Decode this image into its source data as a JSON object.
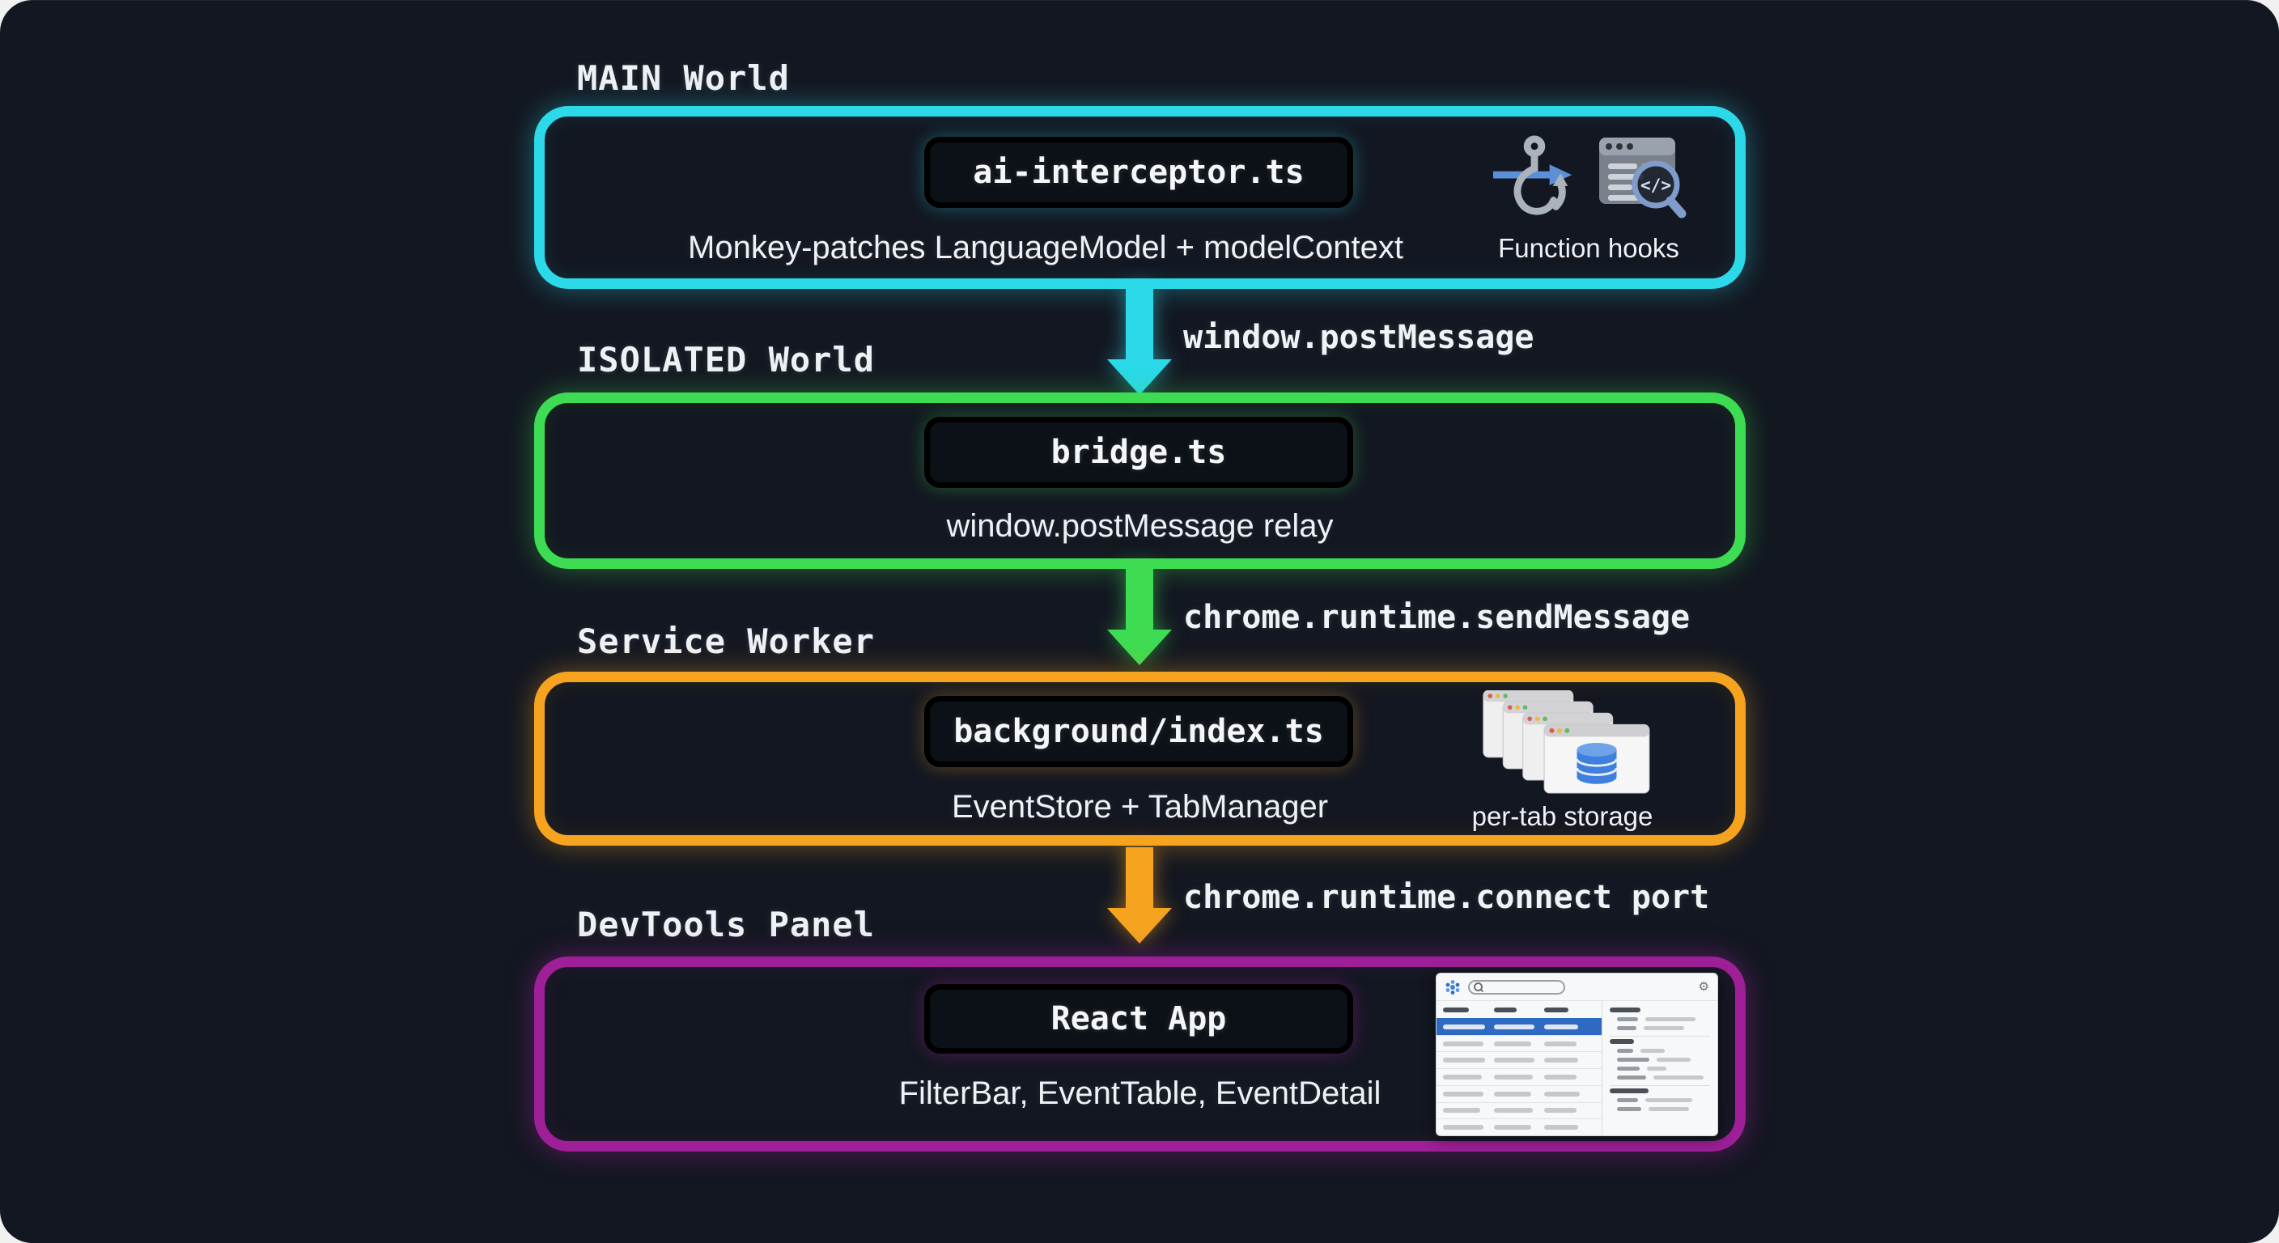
{
  "page": {
    "background": "#131721",
    "frame_background": "#f1f1f1",
    "text_color": "#eef1f5"
  },
  "tiers": [
    {
      "id": "main-world",
      "label": "MAIN World",
      "color": "#2bd9e9",
      "file": "ai-interceptor.ts",
      "description": "Monkey-patches LanguageModel + modelContext",
      "icon": "hook-and-code-inspector",
      "icon_caption": "Function hooks"
    },
    {
      "id": "isolated-world",
      "label": "ISOLATED World",
      "color": "#3edc52",
      "file": "bridge.ts",
      "description": "window.postMessage relay"
    },
    {
      "id": "service-worker",
      "label": "Service Worker",
      "color": "#f6a41f",
      "file": "background/index.ts",
      "description": "EventStore + TabManager",
      "icon": "stacked-tabs-database",
      "icon_caption": "per-tab storage"
    },
    {
      "id": "devtools-panel",
      "label": "DevTools Panel",
      "color": "#9e1f97",
      "file": "React App",
      "description": "FilterBar, EventTable, EventDetail",
      "icon": "devtools-panel-screenshot"
    }
  ],
  "arrows": [
    {
      "from": "main-world",
      "to": "isolated-world",
      "color": "#2bd9e9",
      "label": "window.postMessage"
    },
    {
      "from": "isolated-world",
      "to": "service-worker",
      "color": "#3edc52",
      "label": "chrome.runtime.sendMessage"
    },
    {
      "from": "service-worker",
      "to": "devtools-panel",
      "color": "#f6a41f",
      "label": "chrome.runtime.connect port"
    }
  ]
}
